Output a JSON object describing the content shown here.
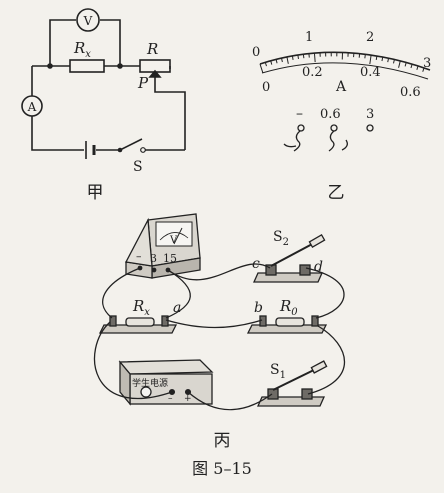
{
  "circuit_jia": {
    "voltmeter": "V",
    "ammeter": "A",
    "resistor_rx_base": "R",
    "resistor_rx_sub": "x",
    "rheostat": "R",
    "slider": "P",
    "switch": "S",
    "caption": "甲"
  },
  "meter_yi": {
    "top_scale": [
      "0",
      "1",
      "2",
      "3"
    ],
    "bottom_scale": [
      "0",
      "0.2",
      "0.4",
      "0.6"
    ],
    "unit": "A",
    "terminals": [
      "–",
      "0.6",
      "3"
    ],
    "caption": "乙"
  },
  "physical_bing": {
    "voltmeter_face": "V",
    "voltmeter_terminals": [
      "–",
      "3",
      "15"
    ],
    "s2_base": "S",
    "s2_sub": "2",
    "terminal_c": "c",
    "terminal_d": "d",
    "rx_base": "R",
    "rx_sub": "x",
    "terminal_a": "a",
    "terminal_b": "b",
    "r0_base": "R",
    "r0_sub": "0",
    "power_supply_label": "学生电源",
    "power_terminals": [
      "–",
      "+"
    ],
    "s1_base": "S",
    "s1_sub": "1",
    "caption": "丙"
  },
  "figure_caption": "图 5–15"
}
